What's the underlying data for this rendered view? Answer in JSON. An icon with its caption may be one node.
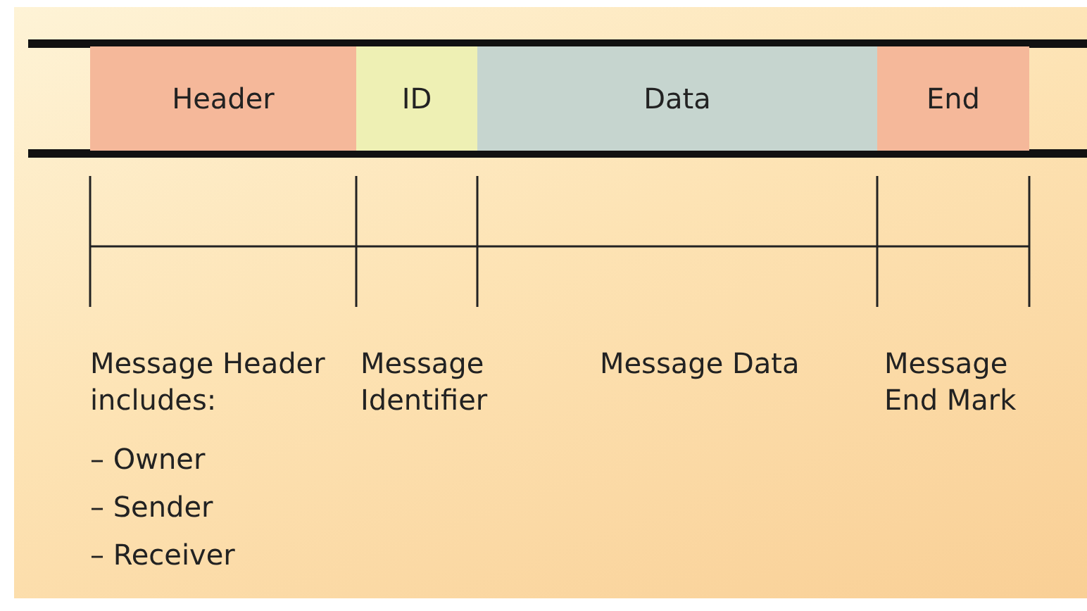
{
  "diagram": {
    "nodes": [
      {
        "text": [
          "Header"
        ]
      },
      {
        "text": [
          "ID"
        ]
      },
      {
        "text": [
          "Data"
        ]
      },
      {
        "text": [
          "End"
        ]
      }
    ],
    "labels": [
      "Message Header includes:",
      "– Owner",
      "– Sender",
      "– Receiver",
      "Message Identifier",
      "Message Data",
      "Message End Mark"
    ]
  }
}
